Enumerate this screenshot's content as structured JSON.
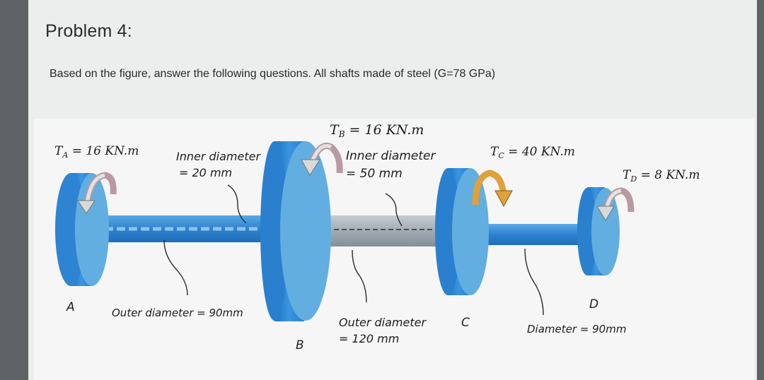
{
  "problem": {
    "title": "Problem 4:",
    "question": "Based on the figure, answer the following questions. All shafts made of steel (G=78 GPa)"
  },
  "figure": {
    "torques": {
      "A": {
        "label": "T_A = 16 KN.m",
        "sym": "T",
        "sub": "A",
        "rest": " = 16 KN.m"
      },
      "B": {
        "label": "T_B = 16 KN.m",
        "sym": "T",
        "sub": "B",
        "rest": " = 16 KN.m"
      },
      "C": {
        "label": "T_C = 40 KN.m",
        "sym": "T",
        "sub": "C",
        "rest": " = 40 KN.m"
      },
      "D": {
        "label": "T_D = 8 KN.m",
        "sym": "T",
        "sub": "D",
        "rest": " = 8 KN.m"
      }
    },
    "annotations": {
      "inner_ab_line1": "Inner diameter",
      "inner_ab_line2": "= 20 mm",
      "inner_bc_line1": "Inner diameter",
      "inner_bc_line2": "= 50 mm",
      "outer_ab": "Outer diameter = 90mm",
      "outer_bc_line1": "Outer diameter",
      "outer_bc_line2": "= 120 mm",
      "diameter_cd": "Diameter = 90mm"
    },
    "points": {
      "A": "A",
      "B": "B",
      "C": "C",
      "D": "D"
    },
    "colors": {
      "disk_face": "#5fa8dc",
      "disk_rim": "#2e86d6",
      "shaft": "#3b8fd4",
      "shaft_bc": "#a9b3bb",
      "arrow_white": "#d8d8d8",
      "arrow_pink": "#b99aa2",
      "arrow_orange": "#e0a03a"
    }
  }
}
